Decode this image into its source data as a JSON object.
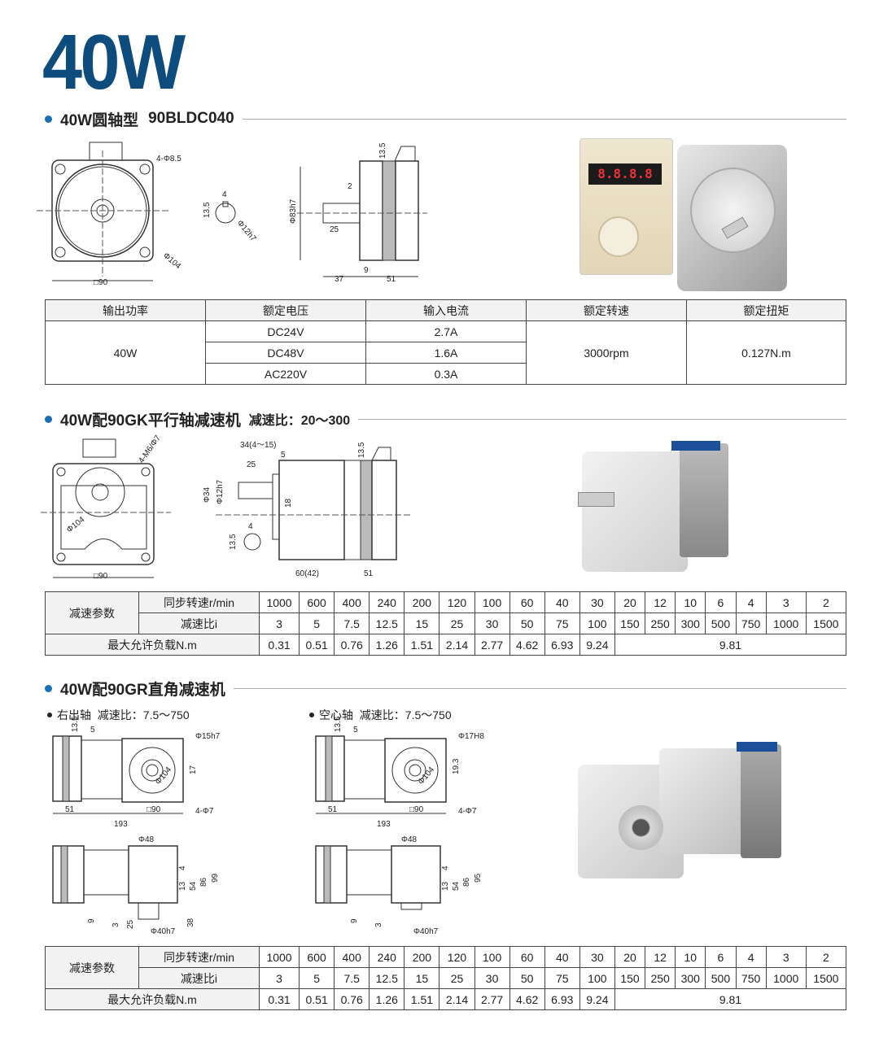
{
  "page_title": "40W",
  "section1": {
    "title": "40W圆轴型",
    "model": "90BLDC040",
    "dims": {
      "holes": "4-Φ8.5",
      "circle": "Φ104",
      "square": "□90",
      "key_w": "4",
      "key_h": "13.5",
      "shaft": "Φ12h7",
      "flange": "Φ83h7",
      "step": "2",
      "cable": "13.5",
      "shaft_len": "25",
      "len_a": "37",
      "len_b": "9",
      "len_c": "51"
    },
    "table": {
      "headers": [
        "输出功率",
        "额定电压",
        "输入电流",
        "额定转速",
        "额定扭矩"
      ],
      "power": "40W",
      "rows": [
        {
          "voltage": "DC24V",
          "current": "2.7A"
        },
        {
          "voltage": "DC48V",
          "current": "1.6A"
        },
        {
          "voltage": "AC220V",
          "current": "0.3A"
        }
      ],
      "speed": "3000rpm",
      "torque": "0.127N.m"
    }
  },
  "section2": {
    "title": "40W配90GK平行轴减速机",
    "ratio": "减速比：20～300",
    "dims": {
      "holes": "4-M6/Φ7",
      "circle": "Φ104",
      "square": "□90",
      "l1": "34(4～15)",
      "l2": "5",
      "l3": "25",
      "d1": "Φ34",
      "d2": "Φ12h7",
      "h": "18",
      "key_w": "4",
      "key_h": "13.5",
      "cable": "13.5",
      "len_a": "60(42)",
      "len_b": "51"
    }
  },
  "gear_table": {
    "group_label": "减速参数",
    "speed_label": "同步转速r/min",
    "ratio_label": "减速比i",
    "load_label": "最大允许负载N.m",
    "speeds": [
      "1000",
      "600",
      "400",
      "240",
      "200",
      "120",
      "100",
      "60",
      "40",
      "30",
      "20",
      "12",
      "10",
      "6",
      "4",
      "3",
      "2"
    ],
    "ratios": [
      "3",
      "5",
      "7.5",
      "12.5",
      "15",
      "25",
      "30",
      "50",
      "75",
      "100",
      "150",
      "250",
      "300",
      "500",
      "750",
      "1000",
      "1500"
    ],
    "loads": [
      "0.31",
      "0.51",
      "0.76",
      "1.26",
      "1.51",
      "2.14",
      "2.77",
      "4.62",
      "6.93",
      "9.24"
    ],
    "load_max": "9.81"
  },
  "section3": {
    "title": "40W配90GR直角减速机",
    "left": {
      "label": "右出轴",
      "ratio": "减速比：7.5～750",
      "shaft": "Φ15h7",
      "d104": "Φ104",
      "h17": "17",
      "holes": "4-Φ7",
      "sq": "□90",
      "w51": "51",
      "w193": "193",
      "top5": "5",
      "cab": "13.5",
      "d48": "Φ48",
      "h4": "4",
      "h13": "13",
      "h54": "54",
      "h86": "86",
      "h99": "99",
      "b9": "9",
      "b3": "3",
      "b25": "25",
      "b38": "38",
      "bshaft": "Φ40h7"
    },
    "right": {
      "label": "空心轴",
      "ratio": "减速比：7.5～750",
      "shaft": "Φ17H8",
      "d104": "Φ104",
      "h17": "19.3",
      "holes": "4-Φ7",
      "sq": "□90",
      "w51": "51",
      "w193": "193",
      "top5": "5",
      "cab": "13.5",
      "d48": "Φ48",
      "h4": "4",
      "h13": "13",
      "h54": "54",
      "h86": "86",
      "h99": "95",
      "b9": "9",
      "b3": "3",
      "bshaft": "Φ40h7"
    }
  },
  "controller": {
    "display": "8.8.8.8"
  }
}
